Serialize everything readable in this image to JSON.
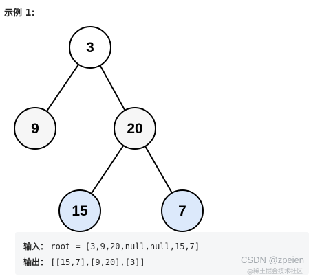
{
  "heading": "示例 1:",
  "tree": {
    "nodes": [
      {
        "id": "n3",
        "label": "3",
        "fill": "#ffffff"
      },
      {
        "id": "n9",
        "label": "9",
        "fill": "#f6f6f6"
      },
      {
        "id": "n20",
        "label": "20",
        "fill": "#f6f6f6"
      },
      {
        "id": "n15",
        "label": "15",
        "fill": "#dce9fb"
      },
      {
        "id": "n7",
        "label": "7",
        "fill": "#dce9fb"
      }
    ],
    "edges": [
      [
        "n3",
        "n9"
      ],
      [
        "n3",
        "n20"
      ],
      [
        "n20",
        "n15"
      ],
      [
        "n20",
        "n7"
      ]
    ],
    "stroke_color": "#000000",
    "text_color": "#000000"
  },
  "example": {
    "input_label": "输入：",
    "input_value": "root = [3,9,20,null,null,15,7]",
    "output_label": "输出：",
    "output_value": "[[15,7],[9,20],[3]]"
  },
  "watermark": {
    "text": "CSDN @zpeien",
    "sub_text": "@稀土掘金技术社区"
  }
}
